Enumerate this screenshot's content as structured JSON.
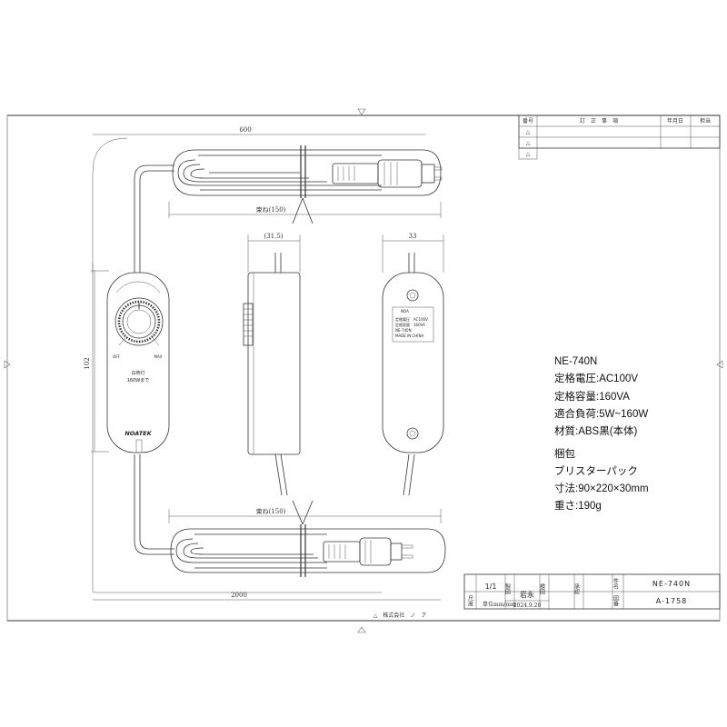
{
  "revision_table": {
    "headers": [
      "番号",
      "訂　正　事　項",
      "年月日",
      "担当"
    ],
    "rows": [
      [
        "△",
        "",
        "",
        ""
      ],
      [
        "△",
        "",
        "",
        ""
      ],
      [
        "△",
        "",
        "",
        ""
      ]
    ]
  },
  "dimensions": {
    "width_top": "600",
    "bundle_top": "束ね(150)",
    "side_depth": "(31.5)",
    "back_width": "33",
    "body_length": "102",
    "bundle_bottom": "束ね(150)",
    "width_bottom": "2000"
  },
  "dimmer": {
    "off_label": "OFF",
    "max_label": "MAX",
    "load_line1": "白熱灯",
    "load_line2": "160Wまで",
    "brand": "NOATEK"
  },
  "back_label": {
    "brand": "NOA",
    "rated_voltage": "定格電圧　AC100V",
    "rated_capacity": "定格容量　160VA",
    "model": "NE-740N",
    "origin": "MADE IN CHINA"
  },
  "specs": {
    "model": "NE-740N",
    "voltage": "定格電圧:AC100V",
    "capacity": "定格容量:160VA",
    "load": "適合負荷:5W~160W",
    "material": "材質:ABS黒(本体)",
    "packing_title": "梱包",
    "packing_type": "ブリスターパック",
    "packing_size": "寸法:90×220×30mm",
    "weight": "重さ:190g"
  },
  "title_block": {
    "scale_label": "尺度",
    "scale_value": "1/1",
    "unit_label": "単位",
    "unit_value": "mm/mm",
    "drawn_label": "製図",
    "drawn_by": "岩永",
    "date": "2024.9.20",
    "check_label": "検図",
    "approve_label": "承認",
    "name_label": "件名",
    "product_name": "NE-740N",
    "number_label": "図番",
    "drawing_number": "A-1758",
    "company": "△　株式会社　ノ　ア"
  }
}
